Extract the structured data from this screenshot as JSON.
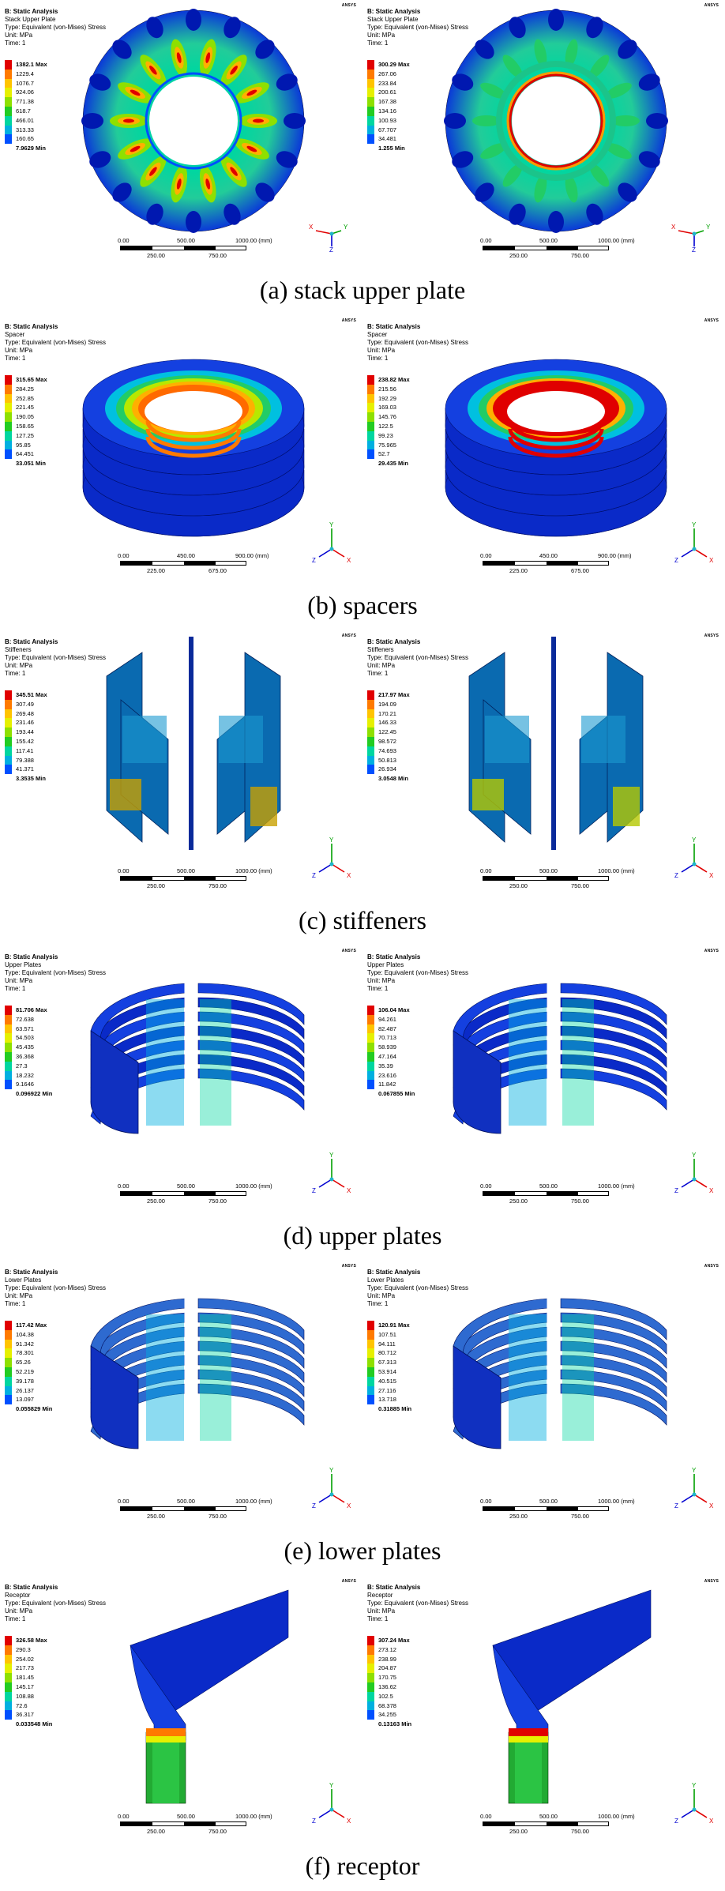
{
  "header_common": {
    "analysis": "B: Static Analysis",
    "type": "Type: Equivalent (von-Mises) Stress",
    "unit": "Unit: MPa",
    "time": "Time: 1",
    "ansys_logo": "ANSYS"
  },
  "legend_colors": [
    "#e10000",
    "#ff7a00",
    "#ffc400",
    "#e6f000",
    "#8ee000",
    "#22cc22",
    "#00d6a0",
    "#00b0e0",
    "#0050ff",
    "#0000c8"
  ],
  "sections": [
    {
      "caption": "(a) stack upper plate",
      "object": "Stack Upper Plate",
      "panels": [
        {
          "max": "1382.1 Max",
          "vals": [
            "1229.4",
            "1076.7",
            "924.06",
            "771.38",
            "618.7",
            "466.01",
            "313.33",
            "160.65"
          ],
          "min": "7.9629 Min"
        },
        {
          "max": "300.29 Max",
          "vals": [
            "267.06",
            "233.84",
            "200.61",
            "167.38",
            "134.16",
            "100.93",
            "67.707",
            "34.481"
          ],
          "min": "1.255 Min"
        }
      ],
      "scale": {
        "top": [
          "0.00",
          "500.00",
          "1000.00 (mm)"
        ],
        "bottom": [
          "250.00",
          "750.00"
        ]
      }
    },
    {
      "caption": "(b) spacers",
      "object": "Spacer",
      "panels": [
        {
          "max": "315.65 Max",
          "vals": [
            "284.25",
            "252.85",
            "221.45",
            "190.05",
            "158.65",
            "127.25",
            "95.85",
            "64.451"
          ],
          "min": "33.051 Min"
        },
        {
          "max": "238.82 Max",
          "vals": [
            "215.56",
            "192.29",
            "169.03",
            "145.76",
            "122.5",
            "99.23",
            "75.965",
            "52.7"
          ],
          "min": "29.435 Min"
        }
      ],
      "scale": {
        "top": [
          "0.00",
          "450.00",
          "900.00 (mm)"
        ],
        "bottom": [
          "225.00",
          "675.00"
        ]
      }
    },
    {
      "caption": "(c) stiffeners",
      "object": "Stiffeners",
      "panels": [
        {
          "max": "345.51 Max",
          "vals": [
            "307.49",
            "269.48",
            "231.46",
            "193.44",
            "155.42",
            "117.41",
            "79.388",
            "41.371"
          ],
          "min": "3.3535 Min"
        },
        {
          "max": "217.97 Max",
          "vals": [
            "194.09",
            "170.21",
            "146.33",
            "122.45",
            "98.572",
            "74.693",
            "50.813",
            "26.934"
          ],
          "min": "3.0548 Min"
        }
      ],
      "scale": {
        "top": [
          "0.00",
          "500.00",
          "1000.00 (mm)"
        ],
        "bottom": [
          "250.00",
          "750.00"
        ]
      }
    },
    {
      "caption": "(d) upper plates",
      "object": "Upper Plates",
      "panels": [
        {
          "max": "81.706 Max",
          "vals": [
            "72.638",
            "63.571",
            "54.503",
            "45.435",
            "36.368",
            "27.3",
            "18.232",
            "9.1646"
          ],
          "min": "0.096922 Min"
        },
        {
          "max": "106.04 Max",
          "vals": [
            "94.261",
            "82.487",
            "70.713",
            "58.939",
            "47.164",
            "35.39",
            "23.616",
            "11.842"
          ],
          "min": "0.067855 Min"
        }
      ],
      "scale": {
        "top": [
          "0.00",
          "500.00",
          "1000.00 (mm)"
        ],
        "bottom": [
          "250.00",
          "750.00"
        ]
      }
    },
    {
      "caption": "(e) lower plates",
      "object": "Lower Plates",
      "panels": [
        {
          "max": "117.42 Max",
          "vals": [
            "104.38",
            "91.342",
            "78.301",
            "65.26",
            "52.219",
            "39.178",
            "26.137",
            "13.097"
          ],
          "min": "0.055829 Min"
        },
        {
          "max": "120.91 Max",
          "vals": [
            "107.51",
            "94.111",
            "80.712",
            "67.313",
            "53.914",
            "40.515",
            "27.116",
            "13.718"
          ],
          "min": "0.31885 Min"
        }
      ],
      "scale": {
        "top": [
          "0.00",
          "500.00",
          "1000.00 (mm)"
        ],
        "bottom": [
          "250.00",
          "750.00"
        ]
      }
    },
    {
      "caption": "(f) receptor",
      "object": "Receptor",
      "panels": [
        {
          "max": "326.58 Max",
          "vals": [
            "290.3",
            "254.02",
            "217.73",
            "181.45",
            "145.17",
            "108.88",
            "72.6",
            "36.317"
          ],
          "min": "0.033548 Min"
        },
        {
          "max": "307.24 Max",
          "vals": [
            "273.12",
            "238.99",
            "204.87",
            "170.75",
            "136.62",
            "102.5",
            "68.378",
            "34.255"
          ],
          "min": "0.13163 Min"
        }
      ],
      "scale": {
        "top": [
          "0.00",
          "500.00",
          "1000.00 (mm)"
        ],
        "bottom": [
          "250.00",
          "750.00"
        ]
      }
    }
  ],
  "triad_labels": {
    "x": "X",
    "y": "Y",
    "z": "Z"
  }
}
